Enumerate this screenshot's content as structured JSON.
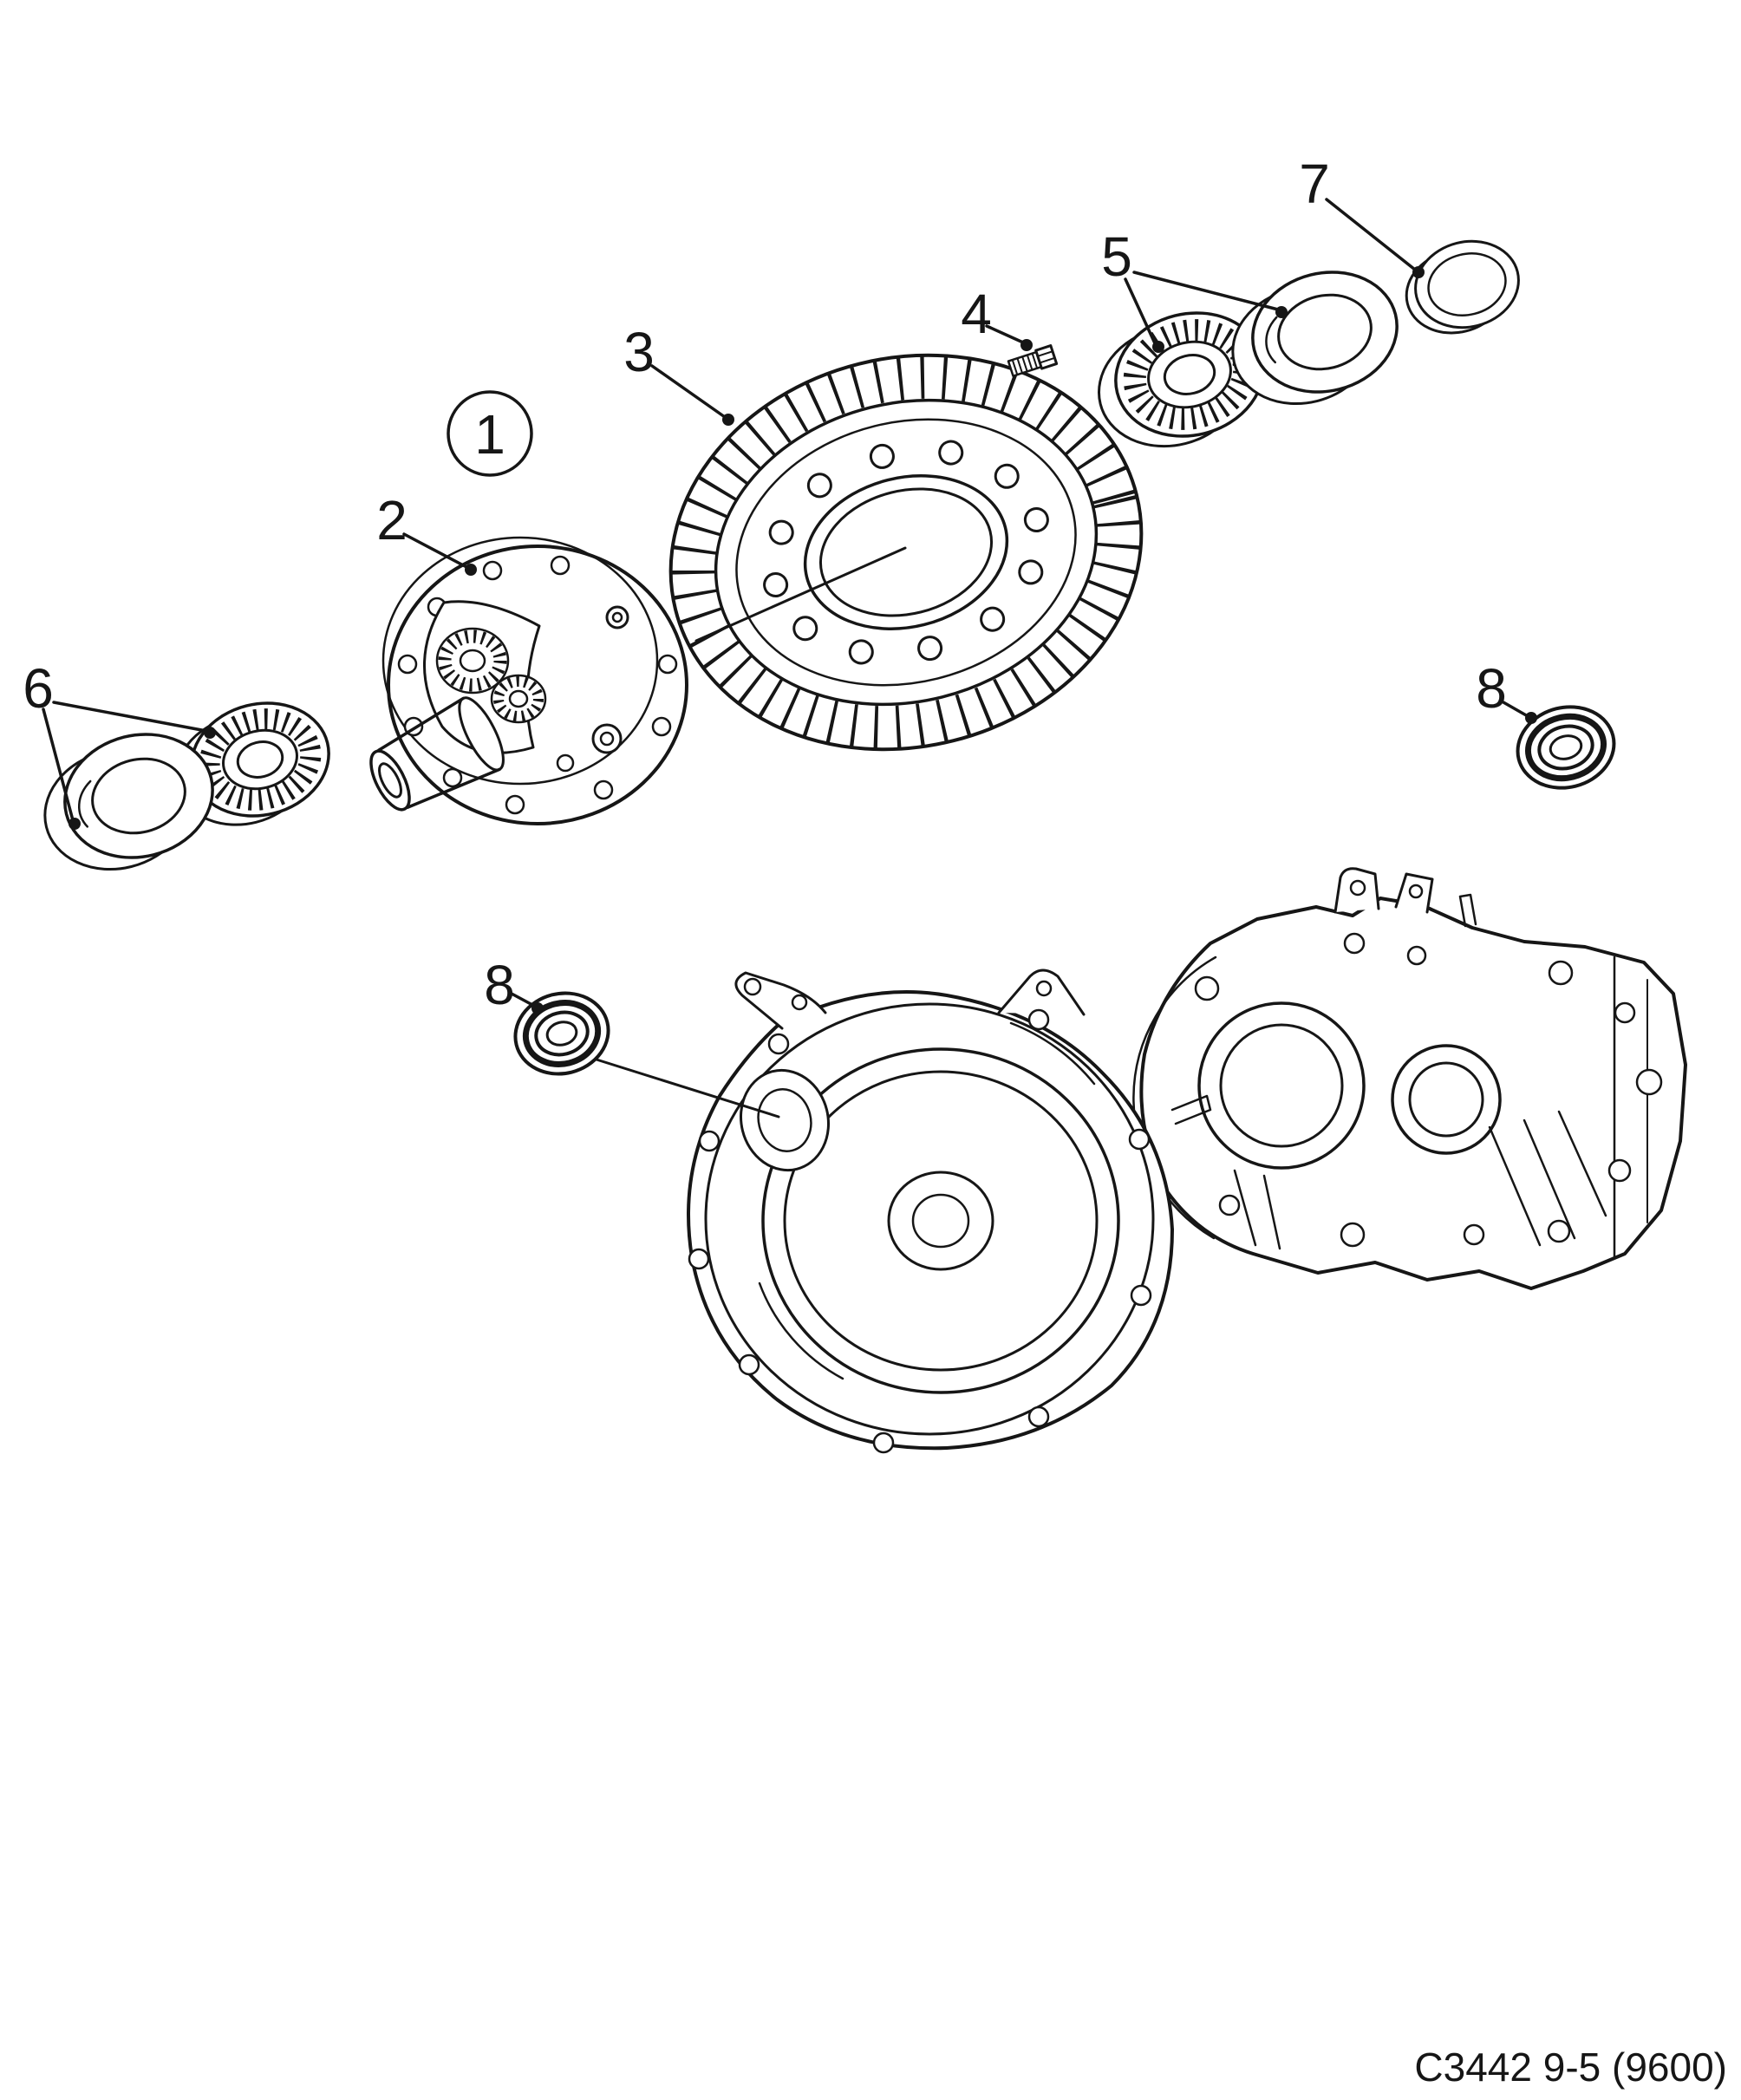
{
  "page": {
    "background": "#ffffff",
    "ink": "#161616",
    "caption": "C3442 9-5 (9600)"
  },
  "callouts": {
    "assembly": {
      "label": "1",
      "circled": true
    },
    "housing": {
      "label": "2"
    },
    "ring_gear": {
      "label": "3"
    },
    "bolt": {
      "label": "4"
    },
    "bearing_right": {
      "label": "5"
    },
    "bearing_left": {
      "label": "6"
    },
    "shim": {
      "label": "7"
    },
    "seal_right": {
      "label": "8"
    },
    "seal_left": {
      "label": "8"
    }
  }
}
